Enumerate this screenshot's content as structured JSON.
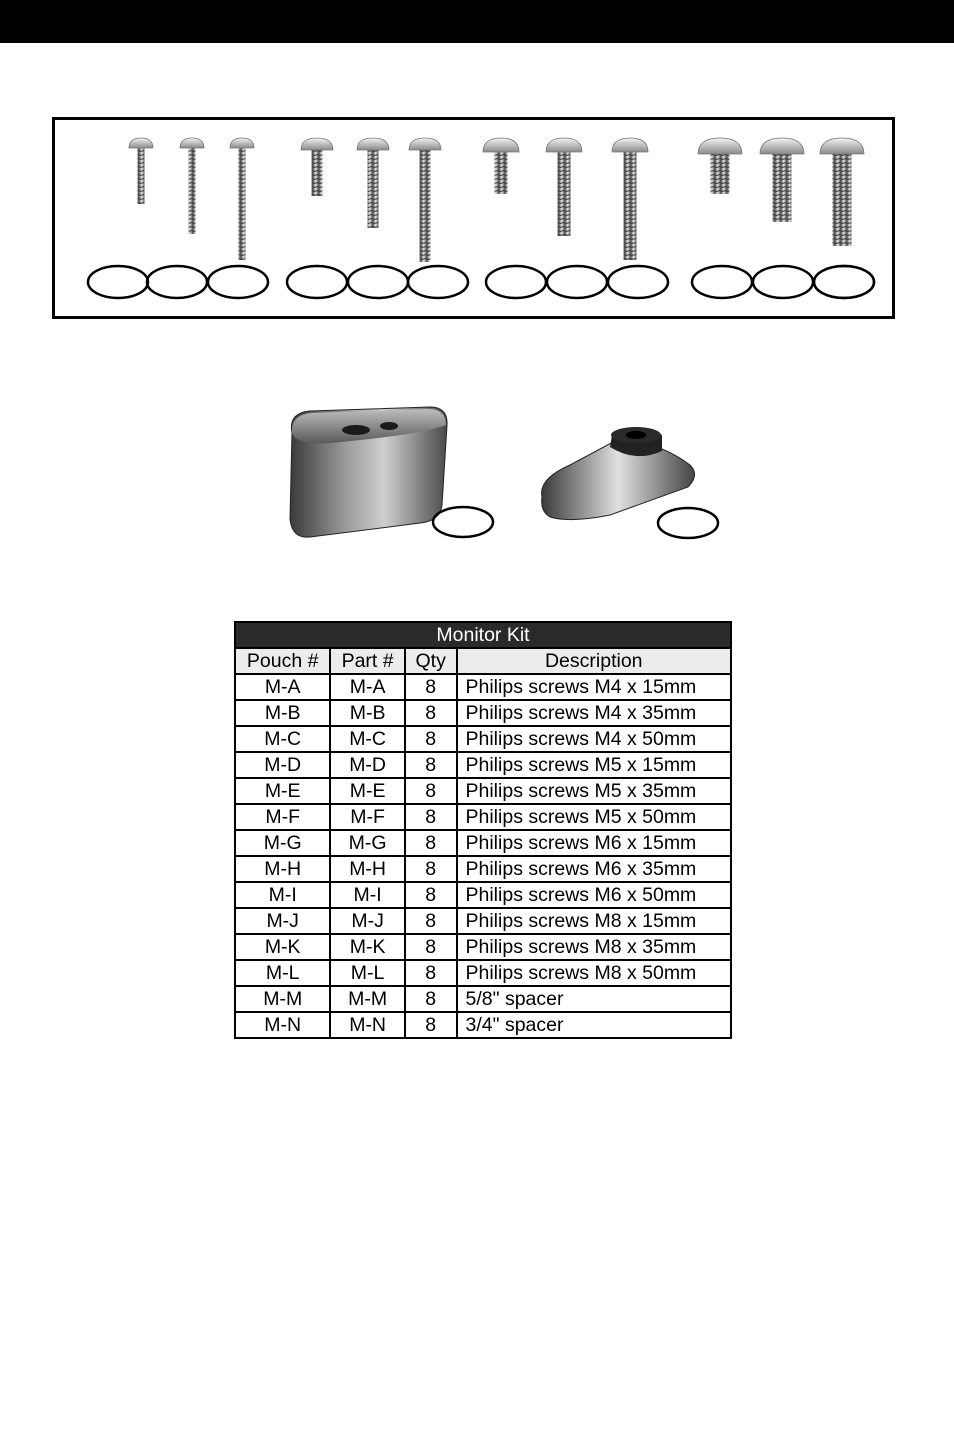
{
  "table": {
    "title": "Monitor Kit",
    "headers": [
      "Pouch #",
      "Part #",
      "Qty",
      "Description"
    ],
    "rows": [
      [
        "M-A",
        "M-A",
        "8",
        "Philips screws M4 x 15mm"
      ],
      [
        "M-B",
        "M-B",
        "8",
        "Philips screws M4 x 35mm"
      ],
      [
        "M-C",
        "M-C",
        "8",
        "Philips screws M4 x 50mm"
      ],
      [
        "M-D",
        "M-D",
        "8",
        "Philips screws M5 x 15mm"
      ],
      [
        "M-E",
        "M-E",
        "8",
        "Philips screws M5 x 35mm"
      ],
      [
        "M-F",
        "M-F",
        "8",
        "Philips screws M5 x 50mm"
      ],
      [
        "M-G",
        "M-G",
        "8",
        "Philips screws M6 x 15mm"
      ],
      [
        "M-H",
        "M-H",
        "8",
        "Philips screws M6 x 35mm"
      ],
      [
        "M-I",
        "M-I",
        "8",
        "Philips screws M6 x 50mm"
      ],
      [
        "M-J",
        "M-J",
        "8",
        "Philips screws M8 x 15mm"
      ],
      [
        "M-K",
        "M-K",
        "8",
        "Philips screws M8 x 35mm"
      ],
      [
        "M-L",
        "M-L",
        "8",
        "Philips screws M8 x 50mm"
      ],
      [
        "M-M",
        "M-M",
        "8",
        "5/8\" spacer"
      ],
      [
        "M-N",
        "M-N",
        "8",
        "3/4\" spacer"
      ]
    ]
  },
  "colors": {
    "top_bar": "#000000",
    "table_title_bg": "#2a2a2a",
    "table_header_bg": "#ececec"
  }
}
